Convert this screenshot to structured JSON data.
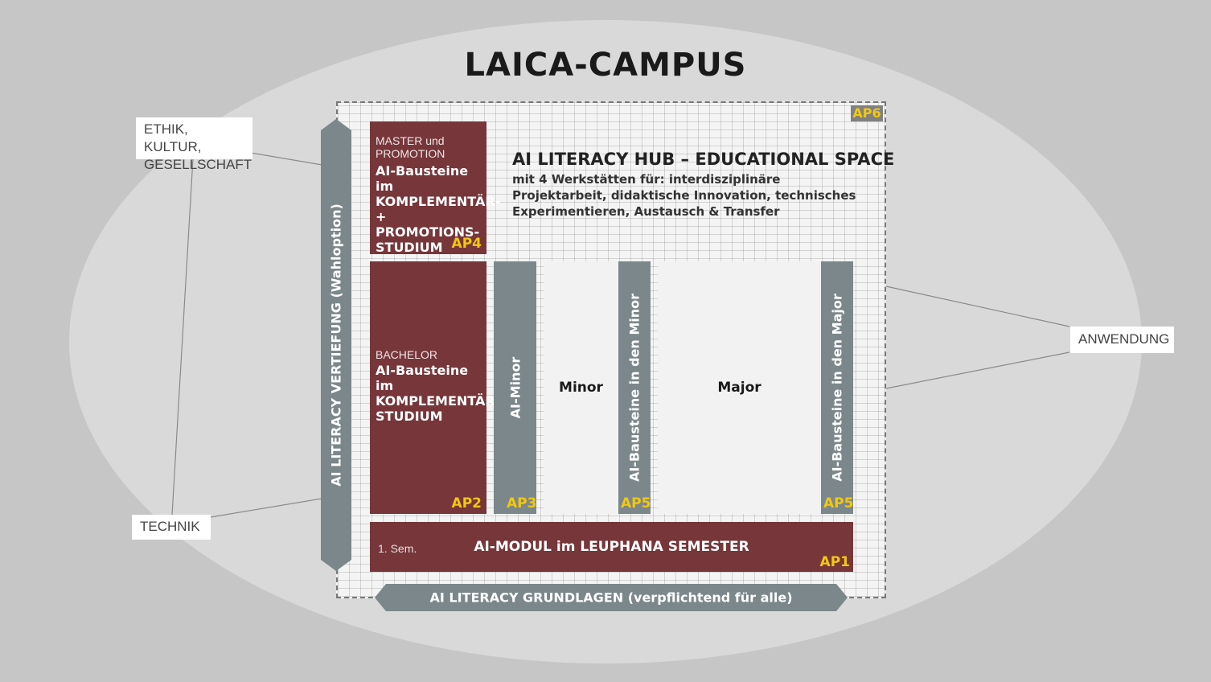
{
  "title": "LAICA-CAMPUS",
  "hub": {
    "badge": "AP6",
    "title": "AI LITERACY HUB – EDUCATIONAL SPACE",
    "description": "mit 4 Werkstätten für: interdisziplinäre Projektarbeit, didaktische Innovation, technisches Experimentieren, Austausch & Transfer"
  },
  "master": {
    "small_line1": "MASTER und",
    "small_line2": "PROMOTION",
    "line1": "AI-Bausteine im",
    "line2": "KOMPLEMENTÄR-",
    "line3": "+ PROMOTIONS-",
    "line4": "STUDIUM",
    "badge": "AP4"
  },
  "bachelor": {
    "small": "BACHELOR",
    "line1": "AI-Bausteine im",
    "line2": "KOMPLEMENTÄR-",
    "line3": "STUDIUM",
    "badge": "AP2"
  },
  "ai_minor": {
    "label": "AI-Minor",
    "badge": "AP3"
  },
  "minor": {
    "label": "Minor"
  },
  "minor_bausteine": {
    "label": "AI-Bausteine in den Minor",
    "badge": "AP5"
  },
  "major": {
    "label": "Major"
  },
  "major_bausteine": {
    "label": "AI-Bausteine in den Major",
    "badge": "AP5"
  },
  "semester": {
    "small": "1. Sem.",
    "label": "AI-MODUL im LEUPHANA SEMESTER",
    "badge": "AP1"
  },
  "vertiefung": {
    "label": "AI LITERACY VERTIEFUNG (Wahloption)"
  },
  "grundlagen": {
    "label": "AI LITERACY GRUNDLAGEN (verpflichtend für alle)"
  },
  "side_labels": {
    "ethik_line1": "ETHIK, KULTUR,",
    "ethik_line2": "GESELLSCHAFT",
    "technik": "TECHNIK",
    "anwendung": "ANWENDUNG"
  },
  "colors": {
    "maroon": "#76363a",
    "gray_bar": "#7b878b",
    "badge_yellow": "#f2c80f",
    "ellipse": "#d9d9d9",
    "background": "#c6c6c6"
  }
}
